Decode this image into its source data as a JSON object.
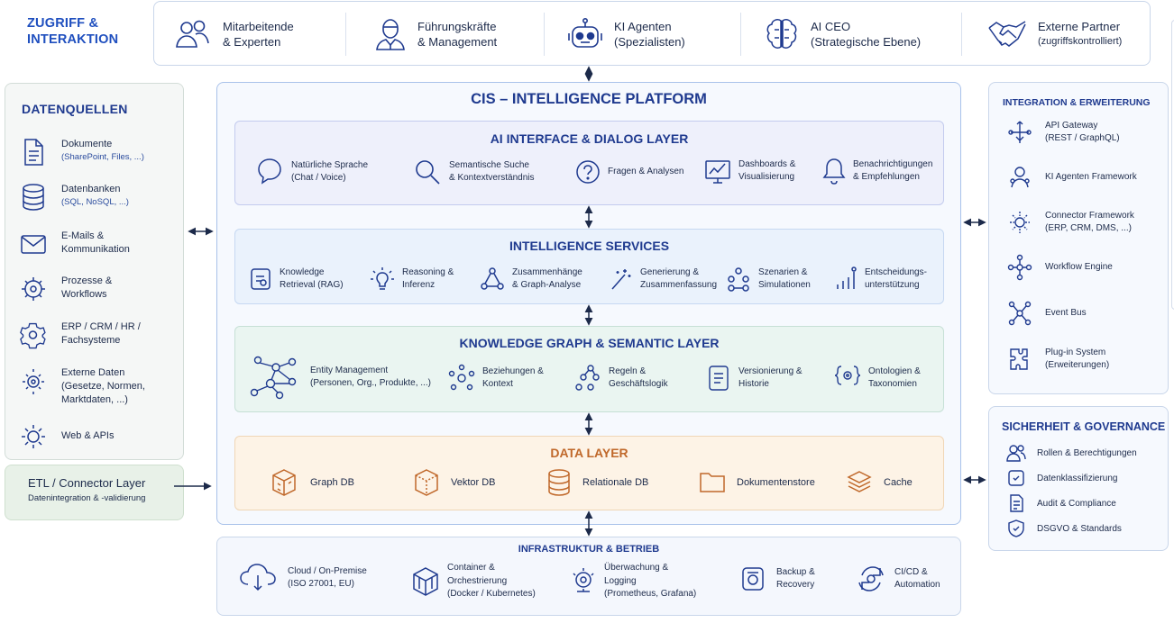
{
  "access": {
    "title_line1": "ZUGRIFF &",
    "title_line2": "INTERAKTION",
    "actors": [
      {
        "line1": "Mitarbeitende",
        "line2": "& Experten",
        "icon": "people-icon"
      },
      {
        "line1": "Führungskräfte",
        "line2": "& Management",
        "icon": "manager-icon"
      },
      {
        "line1": "KI Agenten",
        "line2": "(Spezialisten)",
        "icon": "robot-icon"
      },
      {
        "line1": "AI CEO",
        "line2": "(Strategische Ebene)",
        "icon": "brain-icon"
      },
      {
        "line1": "Externe Partner",
        "line2": "(zugriffskontrolliert)",
        "icon": "handshake-icon"
      }
    ]
  },
  "sources": {
    "title": "DATENQUELLEN",
    "items": [
      {
        "t1": "Dokumente",
        "t2": "(SharePoint, Files, ...)",
        "icon": "document-icon"
      },
      {
        "t1": "Datenbanken",
        "t2": "(SQL, NoSQL, ...)",
        "icon": "database-icon"
      },
      {
        "t1": "E-Mails &",
        "t1b": "Kommunikation",
        "icon": "mail-icon"
      },
      {
        "t1": "Prozesse &",
        "t1b": "Workflows",
        "icon": "process-icon"
      },
      {
        "t1": "ERP / CRM / HR /",
        "t1b": "Fachsysteme",
        "icon": "systems-icon"
      },
      {
        "t1": "Externe Daten",
        "t1b": "(Gesetze, Normen,",
        "t1c": "Marktdaten, ...)",
        "icon": "external-data-icon"
      },
      {
        "t1": "Web & APIs",
        "icon": "web-api-icon"
      }
    ]
  },
  "etl": {
    "title": "ETL / Connector Layer",
    "subtitle": "Datenintegration & -validierung"
  },
  "platform": {
    "title": "CIS – INTELLIGENCE PLATFORM",
    "ai_layer": {
      "title": "AI INTERFACE & DIALOG LAYER",
      "items": [
        {
          "l1": "Natürliche Sprache",
          "l2": "(Chat / Voice)",
          "icon": "chat-icon"
        },
        {
          "l1": "Semantische Suche",
          "l2": "& Kontextverständnis",
          "icon": "search-icon"
        },
        {
          "l1": "Fragen & Analysen",
          "icon": "question-icon"
        },
        {
          "l1": "Dashboards &",
          "l2": "Visualisierung",
          "icon": "dashboard-icon"
        },
        {
          "l1": "Benachrichtigungen",
          "l2": "& Empfehlungen",
          "icon": "bell-icon"
        }
      ]
    },
    "intel": {
      "title": "INTELLIGENCE SERVICES",
      "items": [
        {
          "l1": "Knowledge",
          "l2": "Retrieval (RAG)",
          "icon": "retrieval-icon"
        },
        {
          "l1": "Reasoning &",
          "l2": "Inferenz",
          "icon": "bulb-icon"
        },
        {
          "l1": "Zusammenhänge",
          "l2": "& Graph-Analyse",
          "icon": "graph-analysis-icon"
        },
        {
          "l1": "Generierung &",
          "l2": "Zusammenfassung",
          "icon": "wand-icon"
        },
        {
          "l1": "Szenarien &",
          "l2": "Simulationen",
          "icon": "scenario-icon"
        },
        {
          "l1": "Entscheidungs-",
          "l2": "unterstützung",
          "icon": "decision-icon"
        }
      ]
    },
    "kg": {
      "title": "KNOWLEDGE GRAPH & SEMANTIC LAYER",
      "items": [
        {
          "l1": "Entity Management",
          "l2": "(Personen, Org., Produkte, ...)",
          "icon": "entity-graph-icon"
        },
        {
          "l1": "Beziehungen &",
          "l2": "Kontext",
          "icon": "relations-icon"
        },
        {
          "l1": "Regeln &",
          "l2": "Geschäftslogik",
          "icon": "rules-icon"
        },
        {
          "l1": "Versionierung &",
          "l2": "Historie",
          "icon": "version-icon"
        },
        {
          "l1": "Ontologien &",
          "l2": "Taxonomien",
          "icon": "ontology-icon"
        }
      ]
    },
    "data": {
      "title": "DATA LAYER",
      "items": [
        {
          "l1": "Graph DB",
          "icon": "graph-db-icon"
        },
        {
          "l1": "Vektor DB",
          "icon": "vector-db-icon"
        },
        {
          "l1": "Relationale DB",
          "icon": "relational-db-icon"
        },
        {
          "l1": "Dokumentenstore",
          "icon": "folder-icon"
        },
        {
          "l1": "Cache",
          "icon": "cache-icon"
        }
      ]
    }
  },
  "integration": {
    "title": "INTEGRATION & ERWEITERUNG",
    "items": [
      {
        "l1": "API Gateway",
        "l2": "(REST / GraphQL)",
        "icon": "api-gateway-icon"
      },
      {
        "l1": "KI Agenten Framework",
        "icon": "agent-framework-icon"
      },
      {
        "l1": "Connector Framework",
        "l2": "(ERP, CRM, DMS, ...)",
        "icon": "connector-icon"
      },
      {
        "l1": "Workflow Engine",
        "icon": "workflow-icon"
      },
      {
        "l1": "Event Bus",
        "icon": "event-bus-icon"
      },
      {
        "l1": "Plug-in System",
        "l2": "(Erweiterungen)",
        "icon": "plugin-icon"
      }
    ]
  },
  "security": {
    "title": "SICHERHEIT & GOVERNANCE",
    "items": [
      {
        "l1": "Rollen & Berechtigungen",
        "icon": "roles-icon"
      },
      {
        "l1": "Datenklassifizierung",
        "icon": "classification-icon"
      },
      {
        "l1": "Audit & Compliance",
        "icon": "audit-icon"
      },
      {
        "l1": "DSGVO & Standards",
        "icon": "shield-icon"
      }
    ]
  },
  "infra": {
    "title": "INFRASTRUKTUR & BETRIEB",
    "items": [
      {
        "l1": "Cloud / On-Premise",
        "l2": "(ISO 27001, EU)",
        "icon": "cloud-icon"
      },
      {
        "l1": "Container &",
        "l2": "Orchestrierung",
        "l3": "(Docker / Kubernetes)",
        "icon": "container-icon"
      },
      {
        "l1": "Überwachung &",
        "l2": "Logging",
        "l3": "(Prometheus, Grafana)",
        "icon": "monitoring-icon"
      },
      {
        "l1": "Backup &",
        "l2": "Recovery",
        "icon": "backup-icon"
      },
      {
        "l1": "CI/CD &",
        "l2": "Automation",
        "icon": "cicd-icon"
      }
    ]
  },
  "colors": {
    "navy": "#1f3a8f",
    "ai_layer_bg": "#eef0fb",
    "intel_bg": "#eaf2fc",
    "kg_bg": "#eaf5f1",
    "data_bg": "#fdf3e6",
    "data_accent": "#c0682a"
  }
}
